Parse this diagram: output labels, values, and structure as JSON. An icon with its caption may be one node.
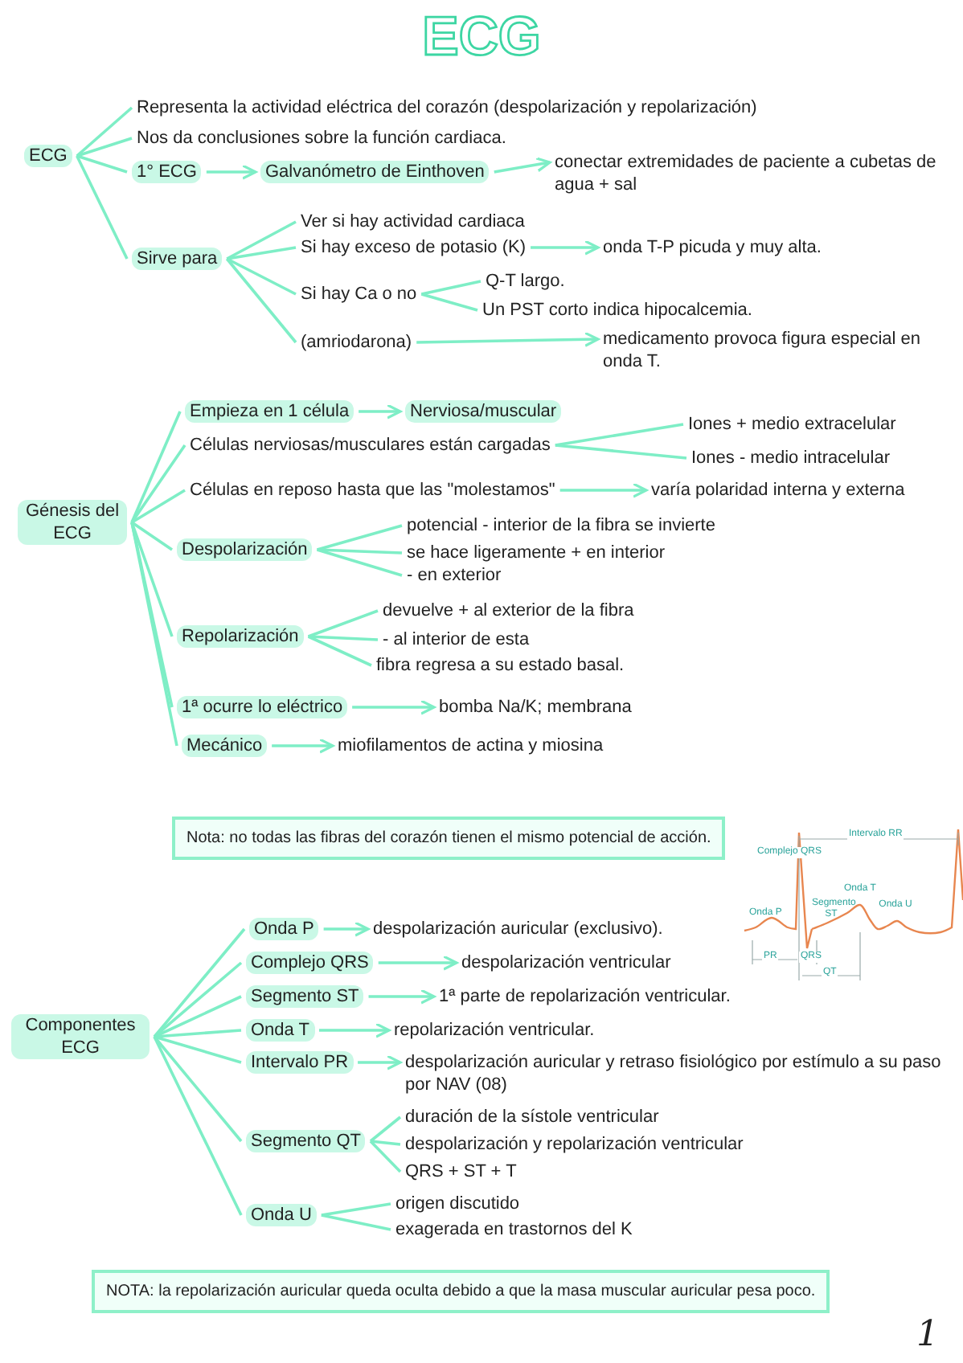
{
  "diagram": {
    "title": "ECG",
    "nodes": [
      {
        "text": [
          "ECG"
        ]
      },
      {
        "text": [
          "Representa la actividad eléctrica del corazón (despolarización y repolarización)"
        ]
      },
      {
        "text": [
          "Nos da conclusiones sobre la función cardiaca."
        ]
      },
      {
        "text": [
          "1° ECG"
        ]
      },
      {
        "text": [
          "Galvanómetro de Einthoven"
        ]
      },
      {
        "text": [
          "conectar extremidades de paciente a cubetas de agua + sal"
        ]
      },
      {
        "text": [
          "Sirve para"
        ]
      },
      {
        "text": [
          "Ver si hay actividad cardiaca"
        ]
      },
      {
        "text": [
          "Si hay exceso de potasio (K)"
        ]
      },
      {
        "text": [
          "onda T-P picuda y muy alta."
        ]
      },
      {
        "text": [
          "Si hay Ca o no"
        ]
      },
      {
        "text": [
          "Q-T largo."
        ]
      },
      {
        "text": [
          "Un PST corto indica hipocalcemia."
        ]
      },
      {
        "text": [
          "(amriodarona)"
        ]
      },
      {
        "text": [
          "medicamento provoca figura especial en onda T."
        ]
      },
      {
        "text": [
          "Génesis del ECG"
        ]
      },
      {
        "text": [
          "Empieza en 1 célula"
        ]
      },
      {
        "text": [
          "Nerviosa/muscular"
        ]
      },
      {
        "text": [
          "Células nerviosas/musculares están cargadas"
        ]
      },
      {
        "text": [
          "Iones + medio extracelular"
        ]
      },
      {
        "text": [
          "Iones - medio intracelular"
        ]
      },
      {
        "text": [
          "Células en reposo hasta que las \"molestamos\""
        ]
      },
      {
        "text": [
          "varía polaridad interna y externa"
        ]
      },
      {
        "text": [
          "Despolarización"
        ]
      },
      {
        "text": [
          "potencial - interior de la fibra se invierte"
        ]
      },
      {
        "text": [
          "se hace ligeramente + en interior"
        ]
      },
      {
        "text": [
          "- en exterior"
        ]
      },
      {
        "text": [
          "Repolarización"
        ]
      },
      {
        "text": [
          "devuelve + al exterior de la fibra"
        ]
      },
      {
        "text": [
          "- al interior de esta"
        ]
      },
      {
        "text": [
          "fibra regresa a su estado basal."
        ]
      },
      {
        "text": [
          "1ª ocurre lo eléctrico"
        ]
      },
      {
        "text": [
          "bomba Na/K; membrana"
        ]
      },
      {
        "text": [
          "Mecánico"
        ]
      },
      {
        "text": [
          "miofilamentos de actina y miosina"
        ]
      },
      {
        "text": [
          "Nota: no todas las fibras del corazón tienen el mismo potencial de acción."
        ]
      },
      {
        "text": [
          "Componentes ECG"
        ]
      },
      {
        "text": [
          "Onda P"
        ]
      },
      {
        "text": [
          "despolarización auricular (exclusivo)."
        ]
      },
      {
        "text": [
          "Complejo QRS"
        ]
      },
      {
        "text": [
          "despolarización ventricular"
        ]
      },
      {
        "text": [
          "Segmento ST"
        ]
      },
      {
        "text": [
          "1ª parte de repolarización ventricular."
        ]
      },
      {
        "text": [
          "Onda T"
        ]
      },
      {
        "text": [
          "repolarización ventricular."
        ]
      },
      {
        "text": [
          "Intervalo PR"
        ]
      },
      {
        "text": [
          "despolarización auricular y retraso fisiológico por estímulo a su paso por NAV (08)"
        ]
      },
      {
        "text": [
          "Segmento QT"
        ]
      },
      {
        "text": [
          "duración de la sístole ventricular"
        ]
      },
      {
        "text": [
          "despolarización y repolarización ventricular"
        ]
      },
      {
        "text": [
          "QRS + ST + T"
        ]
      },
      {
        "text": [
          "Onda U"
        ]
      },
      {
        "text": [
          "origen discutido"
        ]
      },
      {
        "text": [
          "exagerada en trastornos del K"
        ]
      },
      {
        "text": [
          "NOTA: la repolarización auricular queda oculta debido a que la masa muscular auricular pesa poco."
        ]
      }
    ],
    "edges": [
      {
        "from": 0,
        "to": 1,
        "arrow": "none"
      },
      {
        "from": 0,
        "to": 2,
        "arrow": "none"
      },
      {
        "from": 0,
        "to": 3,
        "arrow": "none"
      },
      {
        "from": 0,
        "to": 6,
        "arrow": "none"
      },
      {
        "from": 3,
        "to": 4,
        "arrow": "to"
      },
      {
        "from": 4,
        "to": 5,
        "arrow": "to"
      },
      {
        "from": 6,
        "to": 7,
        "arrow": "none"
      },
      {
        "from": 6,
        "to": 8,
        "arrow": "none"
      },
      {
        "from": 6,
        "to": 10,
        "arrow": "none"
      },
      {
        "from": 6,
        "to": 13,
        "arrow": "none"
      },
      {
        "from": 8,
        "to": 9,
        "arrow": "to"
      },
      {
        "from": 10,
        "to": 11,
        "arrow": "none"
      },
      {
        "from": 10,
        "to": 12,
        "arrow": "none"
      },
      {
        "from": 13,
        "to": 14,
        "arrow": "to"
      },
      {
        "from": 15,
        "to": 16,
        "arrow": "none"
      },
      {
        "from": 15,
        "to": 18,
        "arrow": "none"
      },
      {
        "from": 15,
        "to": 21,
        "arrow": "none"
      },
      {
        "from": 15,
        "to": 23,
        "arrow": "none"
      },
      {
        "from": 15,
        "to": 27,
        "arrow": "none"
      },
      {
        "from": 15,
        "to": 31,
        "arrow": "none"
      },
      {
        "from": 15,
        "to": 33,
        "arrow": "none"
      },
      {
        "from": 16,
        "to": 17,
        "arrow": "to"
      },
      {
        "from": 18,
        "to": 19,
        "arrow": "none"
      },
      {
        "from": 18,
        "to": 20,
        "arrow": "none"
      },
      {
        "from": 21,
        "to": 22,
        "arrow": "to"
      },
      {
        "from": 23,
        "to": 24,
        "arrow": "none"
      },
      {
        "from": 23,
        "to": 25,
        "arrow": "none"
      },
      {
        "from": 23,
        "to": 26,
        "arrow": "none"
      },
      {
        "from": 27,
        "to": 28,
        "arrow": "none"
      },
      {
        "from": 27,
        "to": 29,
        "arrow": "none"
      },
      {
        "from": 27,
        "to": 30,
        "arrow": "none"
      },
      {
        "from": 31,
        "to": 32,
        "arrow": "to"
      },
      {
        "from": 33,
        "to": 34,
        "arrow": "to"
      },
      {
        "from": 36,
        "to": 37,
        "arrow": "none"
      },
      {
        "from": 36,
        "to": 39,
        "arrow": "none"
      },
      {
        "from": 36,
        "to": 41,
        "arrow": "none"
      },
      {
        "from": 36,
        "to": 43,
        "arrow": "none"
      },
      {
        "from": 36,
        "to": 45,
        "arrow": "none"
      },
      {
        "from": 36,
        "to": 47,
        "arrow": "none"
      },
      {
        "from": 36,
        "to": 51,
        "arrow": "none"
      },
      {
        "from": 37,
        "to": 38,
        "arrow": "to"
      },
      {
        "from": 39,
        "to": 40,
        "arrow": "to"
      },
      {
        "from": 41,
        "to": 42,
        "arrow": "to"
      },
      {
        "from": 43,
        "to": 44,
        "arrow": "to"
      },
      {
        "from": 45,
        "to": 46,
        "arrow": "to"
      },
      {
        "from": 47,
        "to": 48,
        "arrow": "none"
      },
      {
        "from": 47,
        "to": 49,
        "arrow": "none"
      },
      {
        "from": 47,
        "to": 50,
        "arrow": "none"
      },
      {
        "from": 51,
        "to": 52,
        "arrow": "none"
      },
      {
        "from": 51,
        "to": 53,
        "arrow": "none"
      }
    ],
    "labels": [
      "Intervalo RR",
      "Complejo QRS",
      "Onda T",
      "Onda P",
      "Segmento ST",
      "Onda U",
      "PR",
      "QRS",
      "QT",
      "1"
    ]
  }
}
